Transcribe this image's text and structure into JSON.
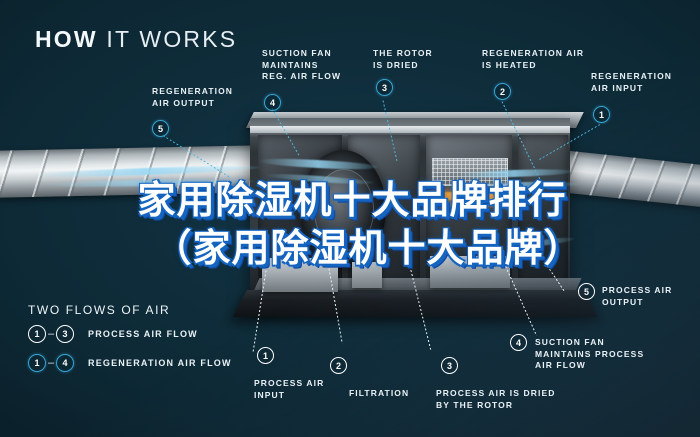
{
  "header": {
    "title_bold": "HOW",
    "title_light": "IT WORKS"
  },
  "overlay": {
    "line1": "家用除湿机十大品牌排行",
    "line2": "（家用除湿机十大品牌）",
    "text_color": "#ffffff",
    "outline_color": "#1565c0"
  },
  "colors": {
    "background": "#0d2b36",
    "accent_cyan": "#37a6d6",
    "airflow": "#96d7f5",
    "heater_glow": "#ffa52e",
    "label_text": "#e9f2f6"
  },
  "callouts_top": [
    {
      "id": "suction-fan-reg",
      "number": "4",
      "label": "SUCTION FAN\nMAINTAINS\nREG. AIR FLOW",
      "marker_style": "cyan"
    },
    {
      "id": "rotor-dried",
      "number": "3",
      "label": "THE ROTOR\nIS DRIED",
      "marker_style": "cyan"
    },
    {
      "id": "regen-heated",
      "number": "2",
      "label": "REGENERATION AIR\nIS HEATED",
      "marker_style": "cyan"
    },
    {
      "id": "regen-input",
      "number": "1",
      "label": "REGENERATION\nAIR INPUT",
      "marker_style": "cyan"
    },
    {
      "id": "regen-output",
      "number": "5",
      "label": "REGENERATION\nAIR OUTPUT",
      "marker_style": "cyan"
    }
  ],
  "callouts_bottom": [
    {
      "id": "process-air-input",
      "number": "1",
      "label": "PROCESS AIR\nINPUT",
      "marker_style": "white"
    },
    {
      "id": "filtration",
      "number": "2",
      "label": "FILTRATION",
      "marker_style": "white"
    },
    {
      "id": "process-air-dried",
      "number": "3",
      "label": "PROCESS AIR IS DRIED\nBY THE ROTOR",
      "marker_style": "white"
    },
    {
      "id": "suction-fan-process",
      "number": "4",
      "label": "SUCTION FAN\nMAINTAINS PROCESS\nAIR FLOW",
      "marker_style": "white"
    },
    {
      "id": "process-air-output",
      "number": "5",
      "label": "PROCESS AIR\nOUTPUT",
      "marker_style": "white"
    }
  ],
  "legend": {
    "title": "TWO FLOWS OF AIR",
    "rows": [
      {
        "from": "1",
        "to": "3",
        "dash": "–",
        "label": "PROCESS AIR FLOW",
        "style": "white"
      },
      {
        "from": "1",
        "to": "4",
        "dash": "–",
        "label": "REGENERATION AIR FLOW",
        "style": "cyan"
      }
    ]
  }
}
